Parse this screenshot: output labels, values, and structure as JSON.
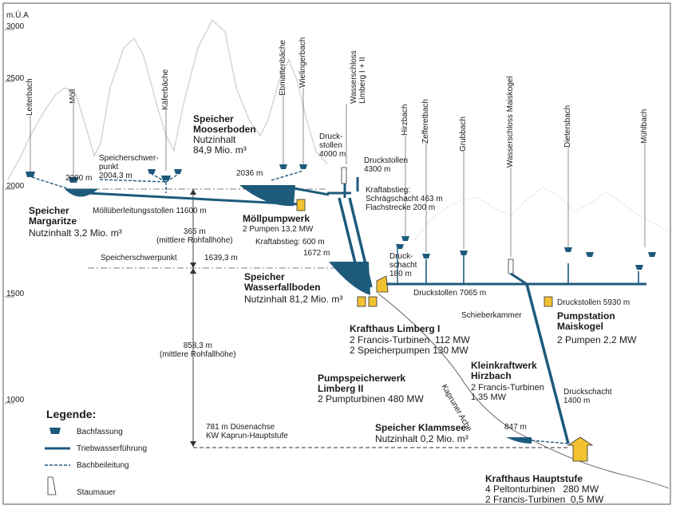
{
  "axis": {
    "unit": "m.Ü.A",
    "ticks": [
      "3000",
      "2500",
      "2000",
      "1500",
      "1000"
    ]
  },
  "streams": {
    "leiterbach": "Leiterbach",
    "moell": "Möll",
    "kaeferbaeche": "Käferbäche",
    "ebmattenbaeche": "Ebmattenbäche",
    "wielingerbach": "Wielingerbach",
    "wasserschloss_limberg": "Wasserschloss\nLimberg I + II",
    "hirzbach": "Hirzbach",
    "zefferetbach": "Zefferetbach",
    "grubbach": "Grubbach",
    "wasserschloss_maiskogel": "Wasserschloss Maiskogel",
    "dietersbach": "Dietersbach",
    "muehlbach": "Mühlbach"
  },
  "labels": {
    "margaritze_title": "Speicher\nMargaritze",
    "margaritze_volume": "Nutzinhalt 3,2 Mio. m³",
    "margaritze_level": "2000 m",
    "schwerpunkt_upper": "Speicherschwer-\npunkt\n2004,3 m",
    "mooserboden_title": "Speicher\nMooserboden",
    "mooserboden_volume": "Nutzinhalt\n84,9 Mio. m³",
    "mooserboden_level": "2036 m",
    "druckstollen_4000": "Druck-\nstollen\n4000 m",
    "druckstollen_4300": "Druckstollen\n4300 m",
    "kraftabstieg_upper": "Kraftabstieg:\nSchrägschacht 463 m\nFlachstrecke 200 m",
    "moelluberleitung": "Möllüberleitungsstollen 11600 m",
    "moellpumpwerk_title": "Möllpumpwerk",
    "moellpumpwerk_detail": "2 Pumpen 13,2 MW",
    "fallhoehe_365": "365 m\n(mittlere Rohfallhöhe)",
    "kraftabstieg_lower": "Kraftabstieg: 600 m",
    "speicherschwerpunkt": "Speicherschwerpunkt",
    "schwerpunkt_1639": "1639,3 m",
    "level_1672": "1672 m",
    "druckschacht_180": "Druck-\nschacht\n180 m",
    "wasserfallboden_title": "Speicher\nWasserfallboden",
    "wasserfallboden_volume": "Nutzinhalt 81,2 Mio. m³",
    "druckstollen_7065": "Druckstollen 7065 m",
    "druckstollen_5930": "Druckstollen 5930 m",
    "schieberkammer": "Schieberkammer",
    "pumpstation_title": "Pumpstation\nMaiskogel",
    "pumpstation_detail": "2 Pumpen 2,2 MW",
    "limberg1_title": "Krafthaus Limberg I",
    "limberg1_detail": "2 Francis-Turbinen  112 MW\n2 Speicherpumpen 130 MW",
    "fallhoehe_858": "858,3 m\n(mittlere Rohfallhöhe)",
    "limberg2_title": "Pumpspeicherwerk\nLimberg II",
    "limberg2_detail": "2 Pumpturbinen 480 MW",
    "hirzbach_kw_title": "Kleinkraftwerk\nHirzbach",
    "hirzbach_kw_detail": "2 Francis-Turbinen\n1,35 MW",
    "kapruner_ache": "Kapruner Ache",
    "druckschacht_1400": "Druckschacht\n1400 m",
    "klammsee_title": "Speicher Klammsee",
    "klammsee_volume": "Nutzinhalt 0,2 Mio. m³",
    "klammsee_level": "847 m",
    "duesenachse": "781 m Düsenachse\nKW Kaprun-Hauptstufe",
    "hauptstufe_title": "Krafthaus Hauptstufe",
    "hauptstufe_detail": "4 Peltonturbinen   280 MW\n2 Francis-Turbinen  0,5 MW"
  },
  "legend": {
    "title": "Legende:",
    "items": [
      {
        "label": "Bachfassung",
        "icon": "intake-icon"
      },
      {
        "label": "Triebwasserführung",
        "icon": "penstock-line-icon"
      },
      {
        "label": "Bachbeileitung",
        "icon": "dashed-line-icon"
      },
      {
        "label": "Staumauer",
        "icon": "dam-icon"
      }
    ]
  },
  "colors": {
    "water": "#1e5a7c",
    "station": "#f2c230",
    "outline": "#2a2a2a",
    "mountain": "#9a9a9a"
  }
}
